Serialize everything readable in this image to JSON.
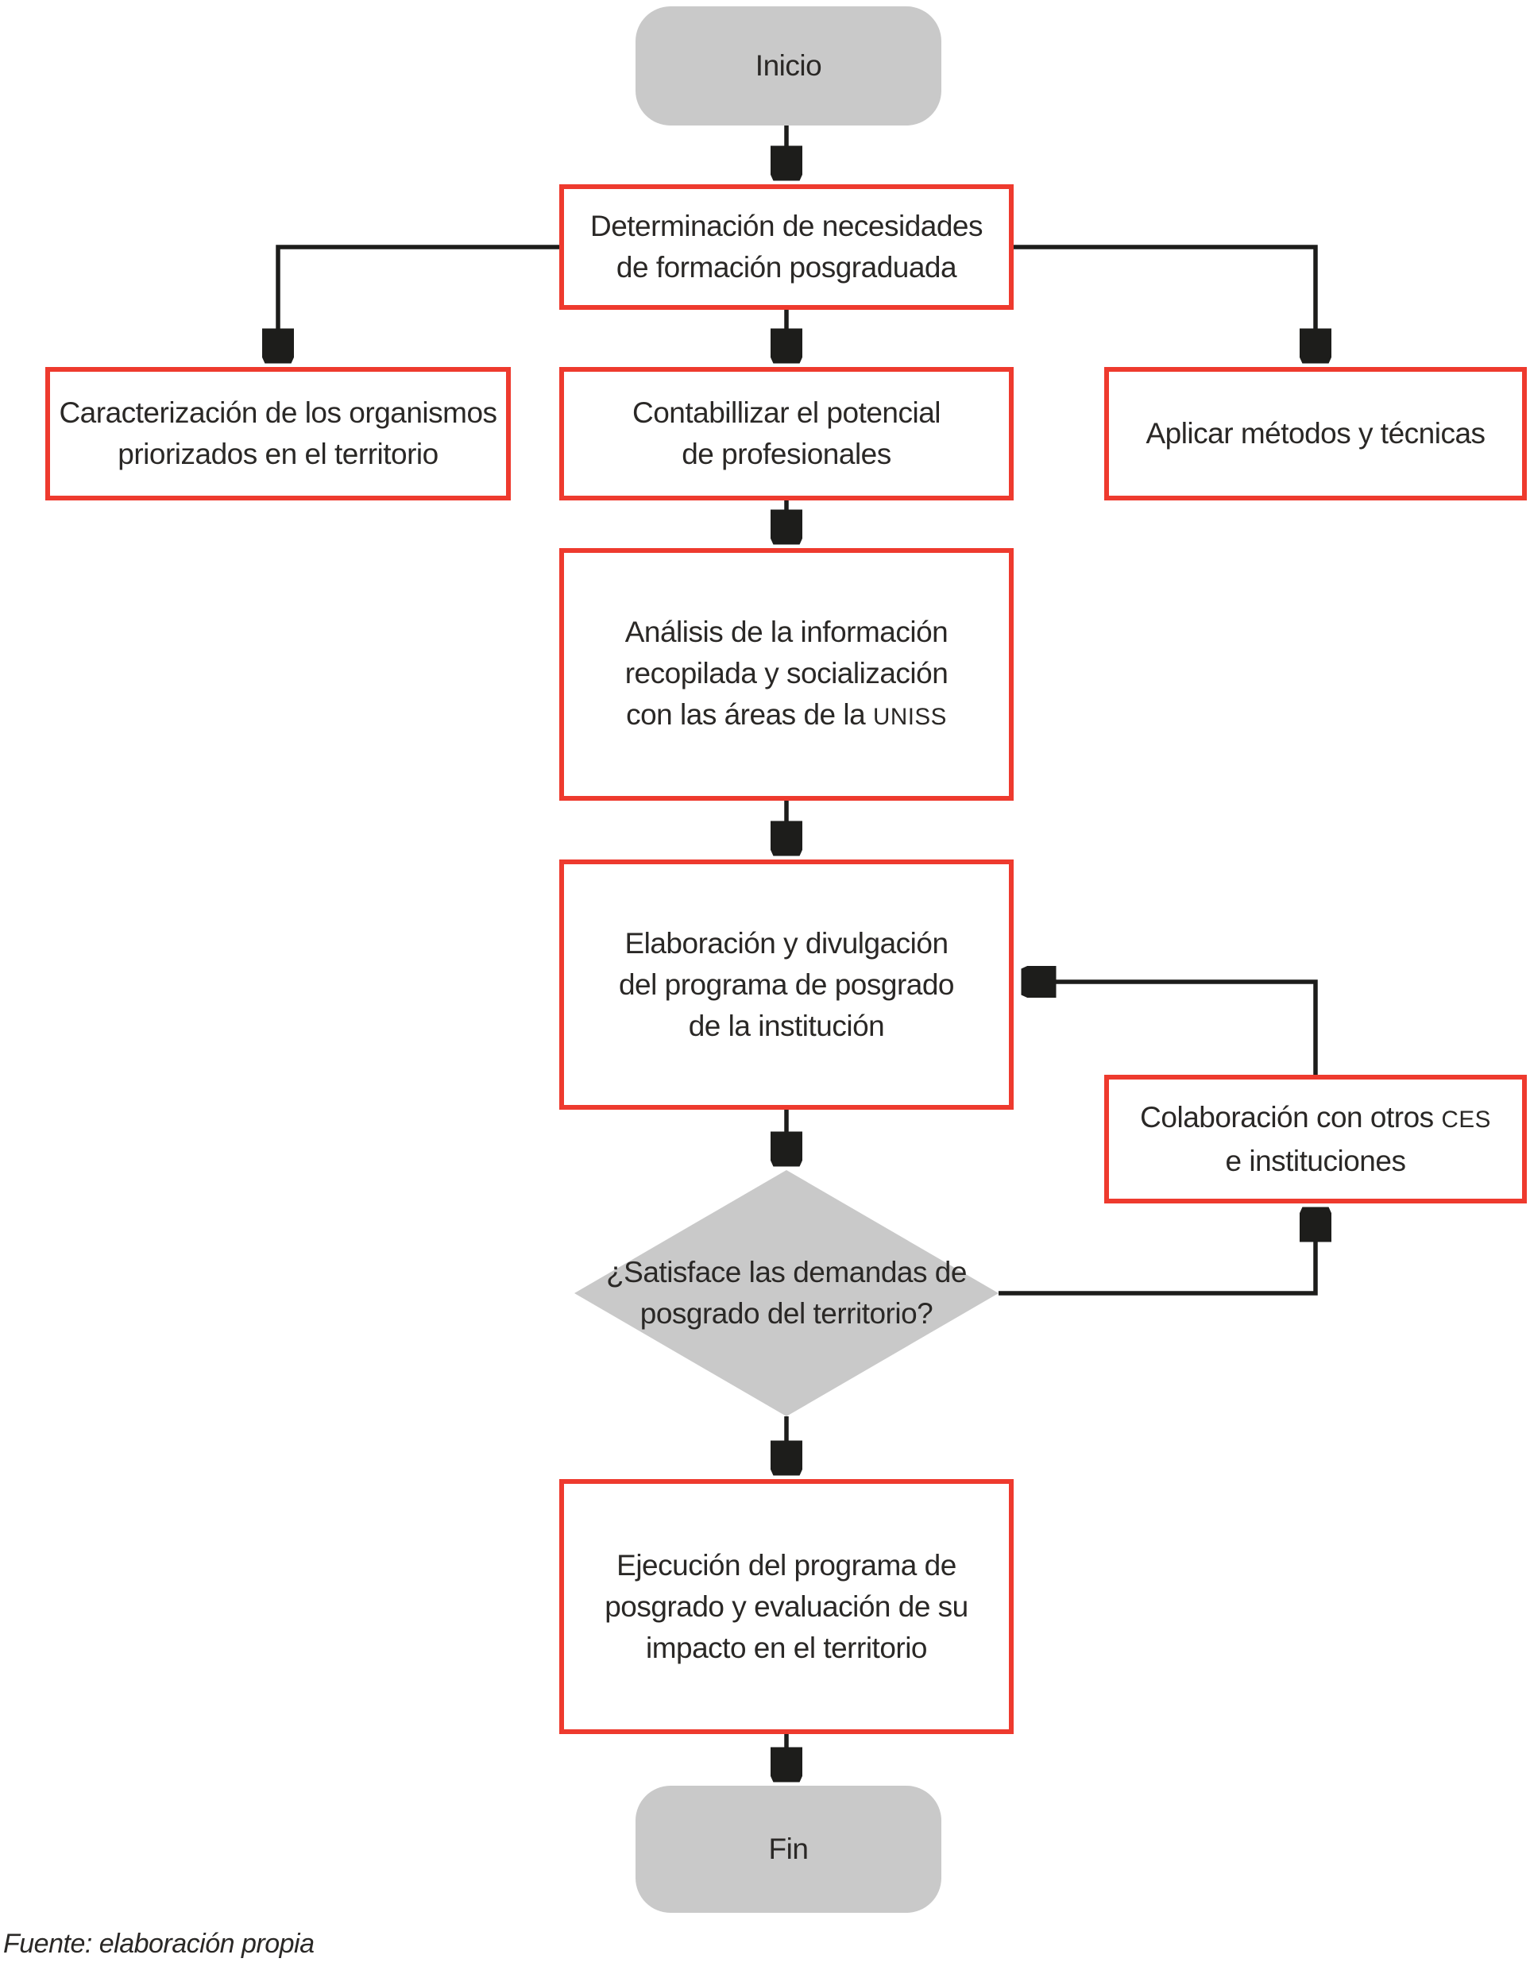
{
  "figure_type": "flowchart",
  "colors": {
    "accent_red": "#ee3a2e",
    "shape_gray": "#c9c9c9",
    "line_black": "#1d1d1b",
    "text_color": "#2a2826"
  },
  "acronyms": [
    "UNISS",
    "CES"
  ],
  "nodes": {
    "inicio": {
      "lines": [
        "Inicio"
      ]
    },
    "determinacion": {
      "lines": [
        "Determinación de necesidades",
        "de formación posgraduada"
      ]
    },
    "caracterizacion": {
      "lines": [
        "Caracterización de los organismos",
        "priorizados en el territorio"
      ]
    },
    "contabillizar": {
      "lines": [
        "Contabillizar el potencial",
        "de profesionales"
      ]
    },
    "aplicar": {
      "lines": [
        "Aplicar métodos y técnicas"
      ]
    },
    "analisis": {
      "lines": [
        "Análisis de la información",
        "recopilada y socialización",
        "con las áreas de la UNISS"
      ]
    },
    "elaboracion": {
      "lines": [
        "Elaboración y divulgación",
        "del programa de posgrado",
        "de la institución"
      ]
    },
    "decision": {
      "lines": [
        "¿Satisface las demandas de",
        "posgrado del territorio?"
      ]
    },
    "colaboracion": {
      "lines": [
        "Colaboración con otros CES",
        "e instituciones"
      ]
    },
    "ejecucion": {
      "lines": [
        "Ejecución del programa de",
        "posgrado y evaluación de su",
        "impacto en el territorio"
      ]
    },
    "fin": {
      "lines": [
        "Fin"
      ]
    }
  },
  "caption": "Fuente: elaboración propia"
}
